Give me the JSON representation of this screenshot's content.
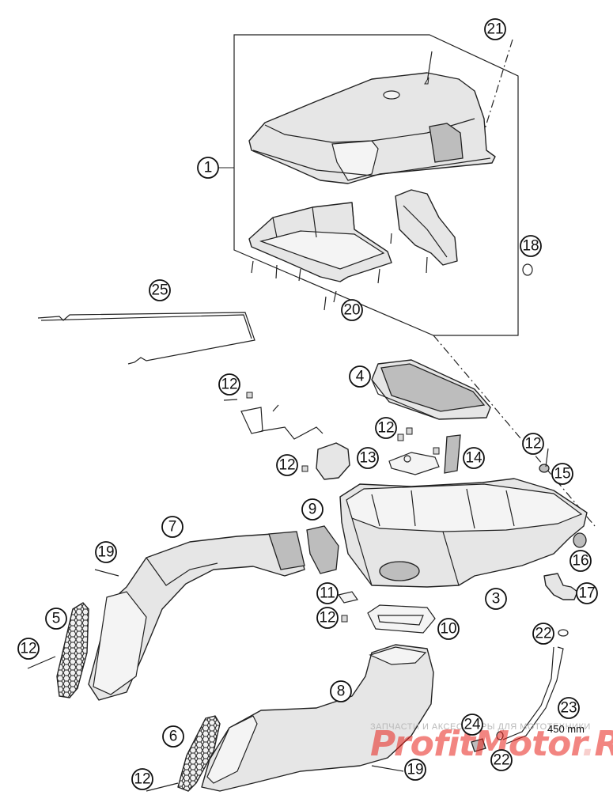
{
  "callouts": [
    {
      "id": "c1",
      "label": "1"
    },
    {
      "id": "c3",
      "label": "3"
    },
    {
      "id": "c4",
      "label": "4"
    },
    {
      "id": "c5",
      "label": "5"
    },
    {
      "id": "c6",
      "label": "6"
    },
    {
      "id": "c7",
      "label": "7"
    },
    {
      "id": "c8",
      "label": "8"
    },
    {
      "id": "c9",
      "label": "9"
    },
    {
      "id": "c10",
      "label": "10"
    },
    {
      "id": "c11",
      "label": "11"
    },
    {
      "id": "c12a",
      "label": "12"
    },
    {
      "id": "c12b",
      "label": "12"
    },
    {
      "id": "c12c",
      "label": "12"
    },
    {
      "id": "c12d",
      "label": "12"
    },
    {
      "id": "c12e",
      "label": "12"
    },
    {
      "id": "c12f",
      "label": "12"
    },
    {
      "id": "c12g",
      "label": "12"
    },
    {
      "id": "c13",
      "label": "13"
    },
    {
      "id": "c14",
      "label": "14"
    },
    {
      "id": "c15",
      "label": "15"
    },
    {
      "id": "c16",
      "label": "16"
    },
    {
      "id": "c17",
      "label": "17"
    },
    {
      "id": "c18",
      "label": "18"
    },
    {
      "id": "c19a",
      "label": "19"
    },
    {
      "id": "c19b",
      "label": "19"
    },
    {
      "id": "c20",
      "label": "20"
    },
    {
      "id": "c21",
      "label": "21"
    },
    {
      "id": "c22a",
      "label": "22"
    },
    {
      "id": "c22b",
      "label": "22"
    },
    {
      "id": "c23",
      "label": "23"
    },
    {
      "id": "c24",
      "label": "24"
    },
    {
      "id": "c25",
      "label": "25"
    }
  ],
  "hose_length_label": "450 mm",
  "watermark": {
    "small_text": "ЗАПЧАСТИ И АКСЕССУАРЫ ДЛЯ МОТОТЕХНИКИ",
    "brand_left": "ProfitMotor",
    "brand_dot": ".",
    "brand_right": "RU",
    "color_main": "#e8221b",
    "color_light": "#f3a9a6"
  }
}
